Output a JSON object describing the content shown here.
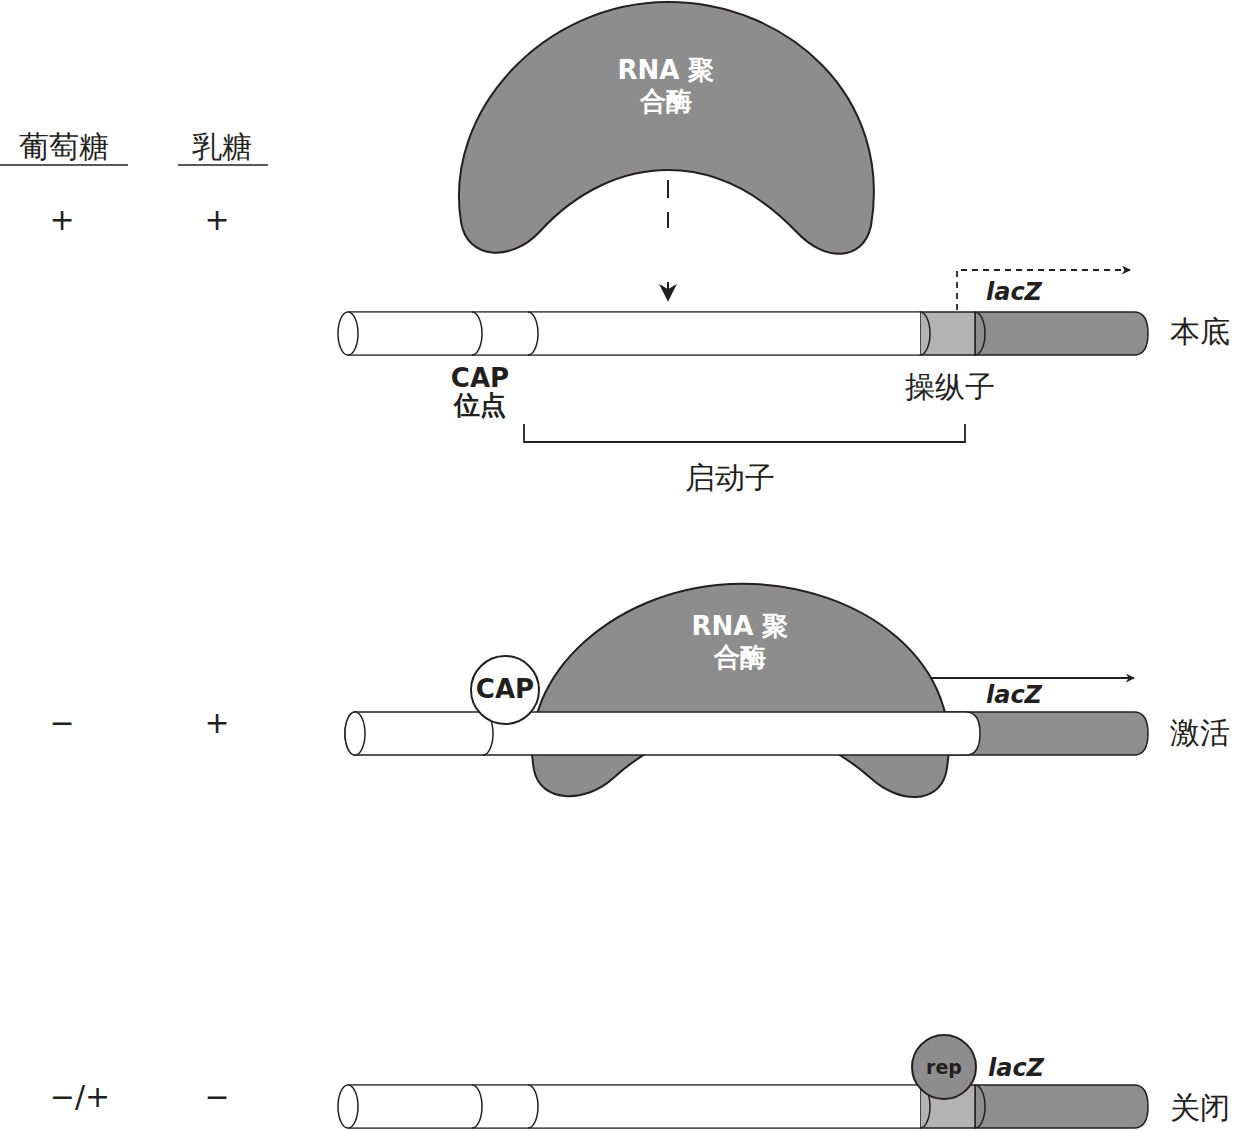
{
  "diagram": {
    "nodes": [
      {
        "text": [
          "RNA 聚合酶"
        ]
      },
      {
        "text": [
          "RNA 聚合酶"
        ]
      },
      {
        "text": [
          "CAP"
        ]
      },
      {
        "text": [
          "rep"
        ]
      }
    ],
    "labels": [
      "葡萄糖",
      "乳糖",
      "+",
      "+",
      "lacZ",
      "本底",
      "CAP 位点",
      "操纵子",
      "启动子",
      "−",
      "+",
      "lacZ",
      "激活",
      "−/+",
      "−",
      "lacZ",
      "关闭"
    ]
  }
}
